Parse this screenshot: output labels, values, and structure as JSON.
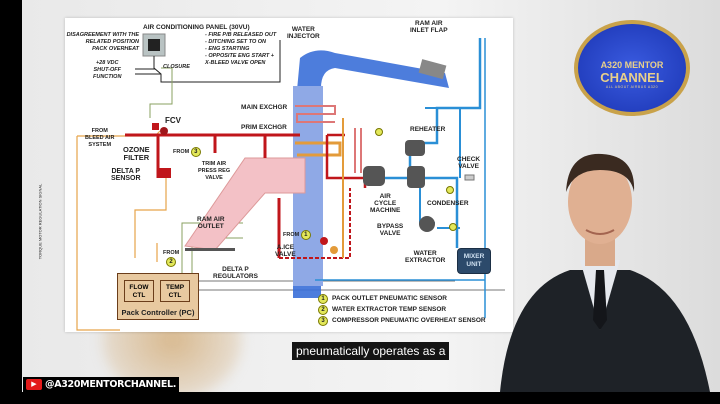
{
  "video": {
    "caption": "pneumatically operates as a",
    "channel_handle": "@A320MENTORCHANNEL.",
    "logo": {
      "line1": "A320 MENTOR",
      "line2": "CHANNEL",
      "tagline": "ALL ABOUT AIRBUS A320"
    }
  },
  "diagram": {
    "panel_title": "AIR CONDITIONING PANEL (30VU)",
    "disagreement": [
      "DISAGREEMENT WITH THE",
      "RELATED POSITION",
      "PACK OVERHEAT"
    ],
    "shutoff": [
      "+28 VDC",
      "SHUT-OFF",
      "FUNCTION"
    ],
    "closure": "CLOSURE",
    "conditions": [
      "- FIRE P/B RELEASED OUT",
      "- DITCHING SET TO ON",
      "- ENG STARTING",
      "- OPPOSITE ENG START +",
      "X-BLEED VALVE OPEN"
    ],
    "water_injector": [
      "WATER",
      "INJECTOR"
    ],
    "ram_air_inlet": [
      "RAM AIR",
      "INLET FLAP"
    ],
    "main_exchgr": "MAIN EXCHGR",
    "prim_exchgr": "PRIM EXCHGR",
    "fcv": "FCV",
    "from_bleed": [
      "FROM",
      "BLEED AIR",
      "SYSTEM"
    ],
    "ozone_filter": [
      "OZONE",
      "FILTER"
    ],
    "from": "FROM",
    "delta_p_sensor": [
      "DELTA P",
      "SENSOR"
    ],
    "trim_air": [
      "TRIM AIR",
      "PRESS REG",
      "VALVE"
    ],
    "torque_signal": "TORQUE MOTOR REGULATION SIGNAL",
    "reheater": "REHEATER",
    "check_valve": [
      "CHECK",
      "VALVE"
    ],
    "air_cycle_machine": [
      "AIR",
      "CYCLE",
      "MACHINE"
    ],
    "condenser": "CONDENSER",
    "bypass_valve": [
      "BYPASS",
      "VALVE"
    ],
    "water_extractor": [
      "WATER",
      "EXTRACTOR"
    ],
    "mixer_unit": [
      "MIXER",
      "UNIT"
    ],
    "ram_air_outlet": [
      "RAM AIR",
      "OUTLET"
    ],
    "a_ice_valve": [
      "A.ICE",
      "VALVE"
    ],
    "delta_p_regulators": [
      "DELTA P",
      "REGULATORS"
    ],
    "flow_ctl": [
      "FLOW",
      "CTL"
    ],
    "temp_ctl": [
      "TEMP",
      "CTL"
    ],
    "pack_controller": "Pack Controller (PC)",
    "legend": [
      {
        "num": "1",
        "text": "PACK OUTLET PNEUMATIC SENSOR"
      },
      {
        "num": "2",
        "text": "WATER EXTRACTOR TEMP SENSOR"
      },
      {
        "num": "3",
        "text": "COMPRESSOR PNEUMATIC OVERHEAT SENSOR"
      }
    ]
  },
  "colors": {
    "bleed": "#c0161b",
    "cold": "#2a8fd6",
    "ram": "#f3c1c6",
    "control": "#e7a44a"
  }
}
